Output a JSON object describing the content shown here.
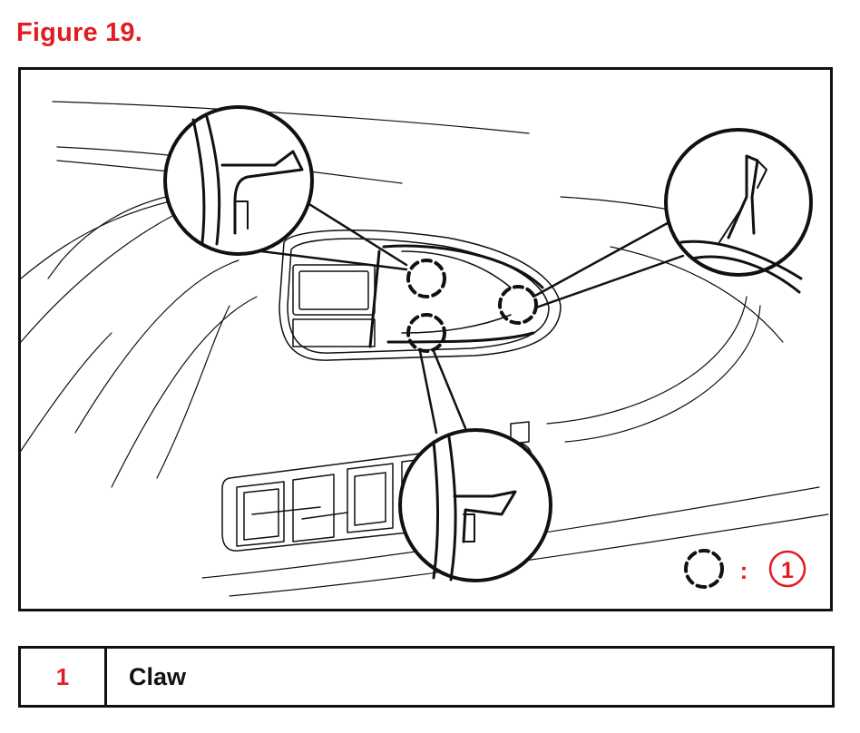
{
  "figure": {
    "title": "Figure 19."
  },
  "diagram": {
    "callout_key_symbol": "dashed-circle",
    "callout_key_number": "1",
    "callout_key_separator": ":"
  },
  "legend": {
    "rows": [
      {
        "number": "1",
        "label": "Claw"
      }
    ]
  },
  "colors": {
    "accent": "#e31b23",
    "line": "#111111"
  }
}
